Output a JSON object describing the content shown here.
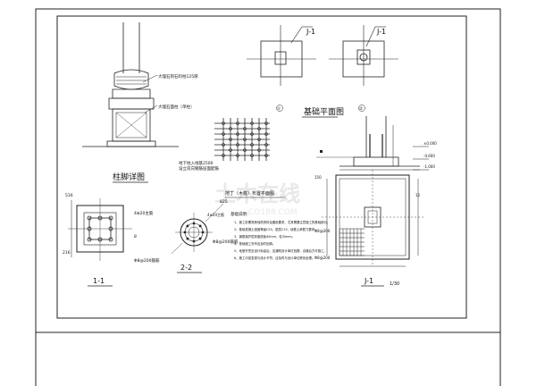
{
  "drawing": {
    "top_titles": {
      "left": "J-1",
      "right": "J-1"
    },
    "column_base": {
      "annotation_top": "大理石刻石料柱125厚",
      "annotation_bottom": "大理石面柱（单柱）",
      "title": "柱脚详图"
    },
    "plan": {
      "title": "基础平面图",
      "circled_number_1": "①",
      "circled_number_2": "②"
    },
    "grid_note": {
      "line1": "地下柱入地基2500",
      "line2": "设立双向钢筋层面配筋"
    },
    "pile_layout_title": "地丁（木桩）布置平面图",
    "dimension_labels": {
      "elev_top": "±0.000",
      "elev_mid": "-0.600",
      "elev_low": "-1.000",
      "d_150": "150",
      "d_825": "825",
      "d_516": "516",
      "d_216": "216",
      "d_8": "8",
      "d_12": "12",
      "note_bar_a": "4⊕20主筋",
      "note_bar_b": "Φ8@200箍筋",
      "note_bar_c": "4⊕20主筋",
      "note_bar_d": "Φ8@200箍筋",
      "note_bar_e": "Φ8@200",
      "note_bar_f": "Φ8@200"
    },
    "sections": {
      "s11": "1-1",
      "s22": "2-2",
      "j1": "J-1",
      "scale": "1/30"
    },
    "notes": {
      "title": "基础说明：",
      "items": [
        "1、施工前需熟悉地质资料及图纸要求，尤其需要注意施工的基础部分。",
        "2、基础混凝土强度等级C25，垫层C15，地基土承载力要求。",
        "3、钢筋保护层厚度底板40mm，柱30mm。",
        "4、基础施工完毕应及时回填。",
        "5、地基开挖至设计标高后，应通知设计单位验槽，合格后方可施工。",
        "6、施工中如发现与设计不符，应及时与设计单位联系处理。"
      ]
    },
    "watermark": {
      "text": "土木在线",
      "sub": "CO188.COM"
    }
  }
}
